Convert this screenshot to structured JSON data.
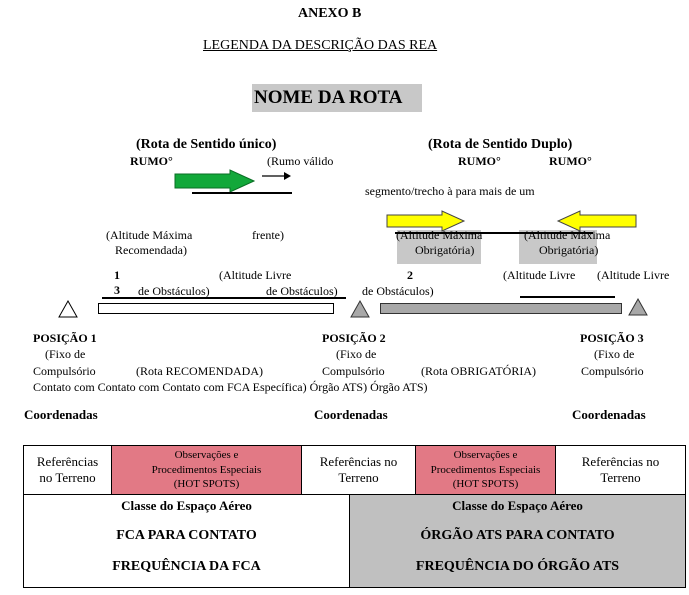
{
  "header": {
    "annex": "ANEXO B",
    "legend": "LEGENDA DA DESCRIÇÃO DAS REA",
    "route_name": "NOME DA ROTA"
  },
  "left_route": {
    "title": "(Rota de Sentido único)",
    "rumo": "RUMO°",
    "rumo_valido": "(Rumo válido",
    "alt_max": "(Altitude Máxima",
    "frente": "frente)",
    "recomendada": "Recomendada)",
    "num1": "1",
    "num3": "3",
    "de_obst_1": "de Obstáculos)",
    "alt_livre": "(Altitude Livre",
    "de_obst_2": "de Obstáculos)"
  },
  "right_route": {
    "title": "(Rota de Sentido Duplo)",
    "rumo_1": "RUMO°",
    "rumo_2": "RUMO°",
    "segmento": "segmento/trecho à para mais de um",
    "alt_max_1": "(Altitude Máxima",
    "obrig_1": "Obrigatória)",
    "alt_max_2": "(Altitude Máxima",
    "obrig_2": "Obrigatória)",
    "num2": "2",
    "alt_livre_1": "(Altitude Livre",
    "alt_livre_2": "(Altitude Livre",
    "de_obst_3": "de Obstáculos)"
  },
  "positions": {
    "p1": "POSIÇÃO 1",
    "p2": "POSIÇÃO 2",
    "p3": "POSIÇÃO 3",
    "fixo_de_1": "(Fixo de",
    "fixo_de_2": "(Fixo de",
    "fixo_de_3": "(Fixo de",
    "compulsorio_1": "Compulsório",
    "compulsorio_2": "Compulsório",
    "compulsorio_3": "Compulsório",
    "rota_recomendada": "(Rota RECOMENDADA)",
    "rota_obrigatoria": "(Rota OBRIGATÓRIA)",
    "contato_line": "Contato com Contato com Contato com FCA Específica) Órgão ATS) Órgão ATS)"
  },
  "coordinates": {
    "c1": "Coordenadas",
    "c2": "Coordenadas",
    "c3": "Coordenadas"
  },
  "table": {
    "ref1_a": "Referências",
    "ref1_b": "no Terreno",
    "obs1_a": "Observações e",
    "obs1_b": "Procedimentos Especiais",
    "obs1_c": "(HOT SPOTS)",
    "ref2_a": "Referências no",
    "ref2_b": "Terreno",
    "obs2_a": "Observações e",
    "obs2_b": "Procedimentos Especiais",
    "obs2_c": "(HOT SPOTS)",
    "ref3_a": "Referências no",
    "ref3_b": "Terreno",
    "left_class": "Classe do Espaço Aéreo",
    "left_contact": "FCA PARA CONTATO",
    "left_freq": "FREQUÊNCIA DA FCA",
    "right_class": "Classe do Espaço Aéreo",
    "right_contact": "ÓRGÃO ATS PARA CONTATO",
    "right_freq": "FREQUÊNCIA DO ÓRGÃO ATS"
  },
  "colors": {
    "green_arrow": "#12a83a",
    "yellow_arrow": "#ffff00",
    "pink_cell": "#e27985",
    "grey_fill": "#c0c0c0"
  }
}
